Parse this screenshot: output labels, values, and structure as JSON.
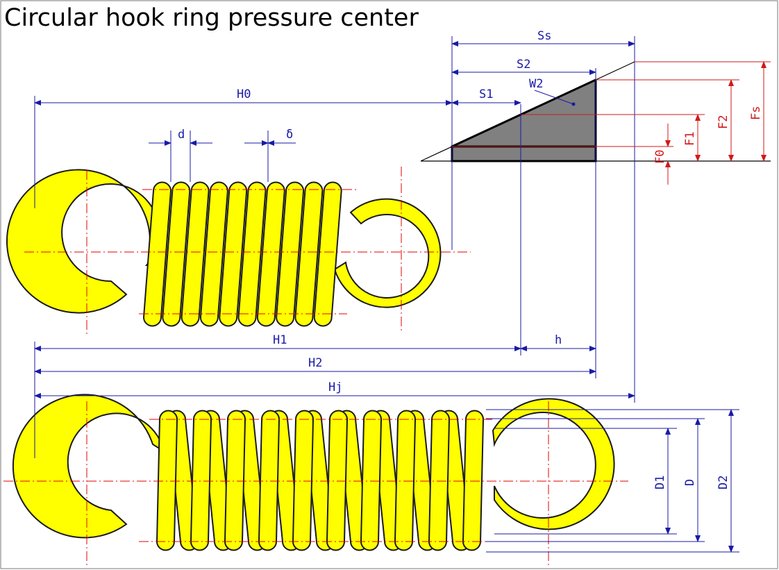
{
  "title": "Circular hook ring pressure center",
  "colors": {
    "spring": "#ffff00",
    "outline": "#1a1a1a",
    "dimension_blue": "#1a1aa6",
    "dimension_red": "#d11a1a",
    "centerline": "#e60000",
    "triangle_fill": "#808080"
  },
  "labels": {
    "Ss": "Ss",
    "S2": "S2",
    "S1": "S1",
    "W2": "W2",
    "H0": "H0",
    "d": "d",
    "delta": "δ",
    "F0": "F0",
    "F1": "F1",
    "F2": "F2",
    "Fs": "Fs",
    "H1": "H1",
    "h": "h",
    "H2": "H2",
    "Hj": "Hj",
    "D1": "D1",
    "D": "D",
    "D2": "D2"
  }
}
